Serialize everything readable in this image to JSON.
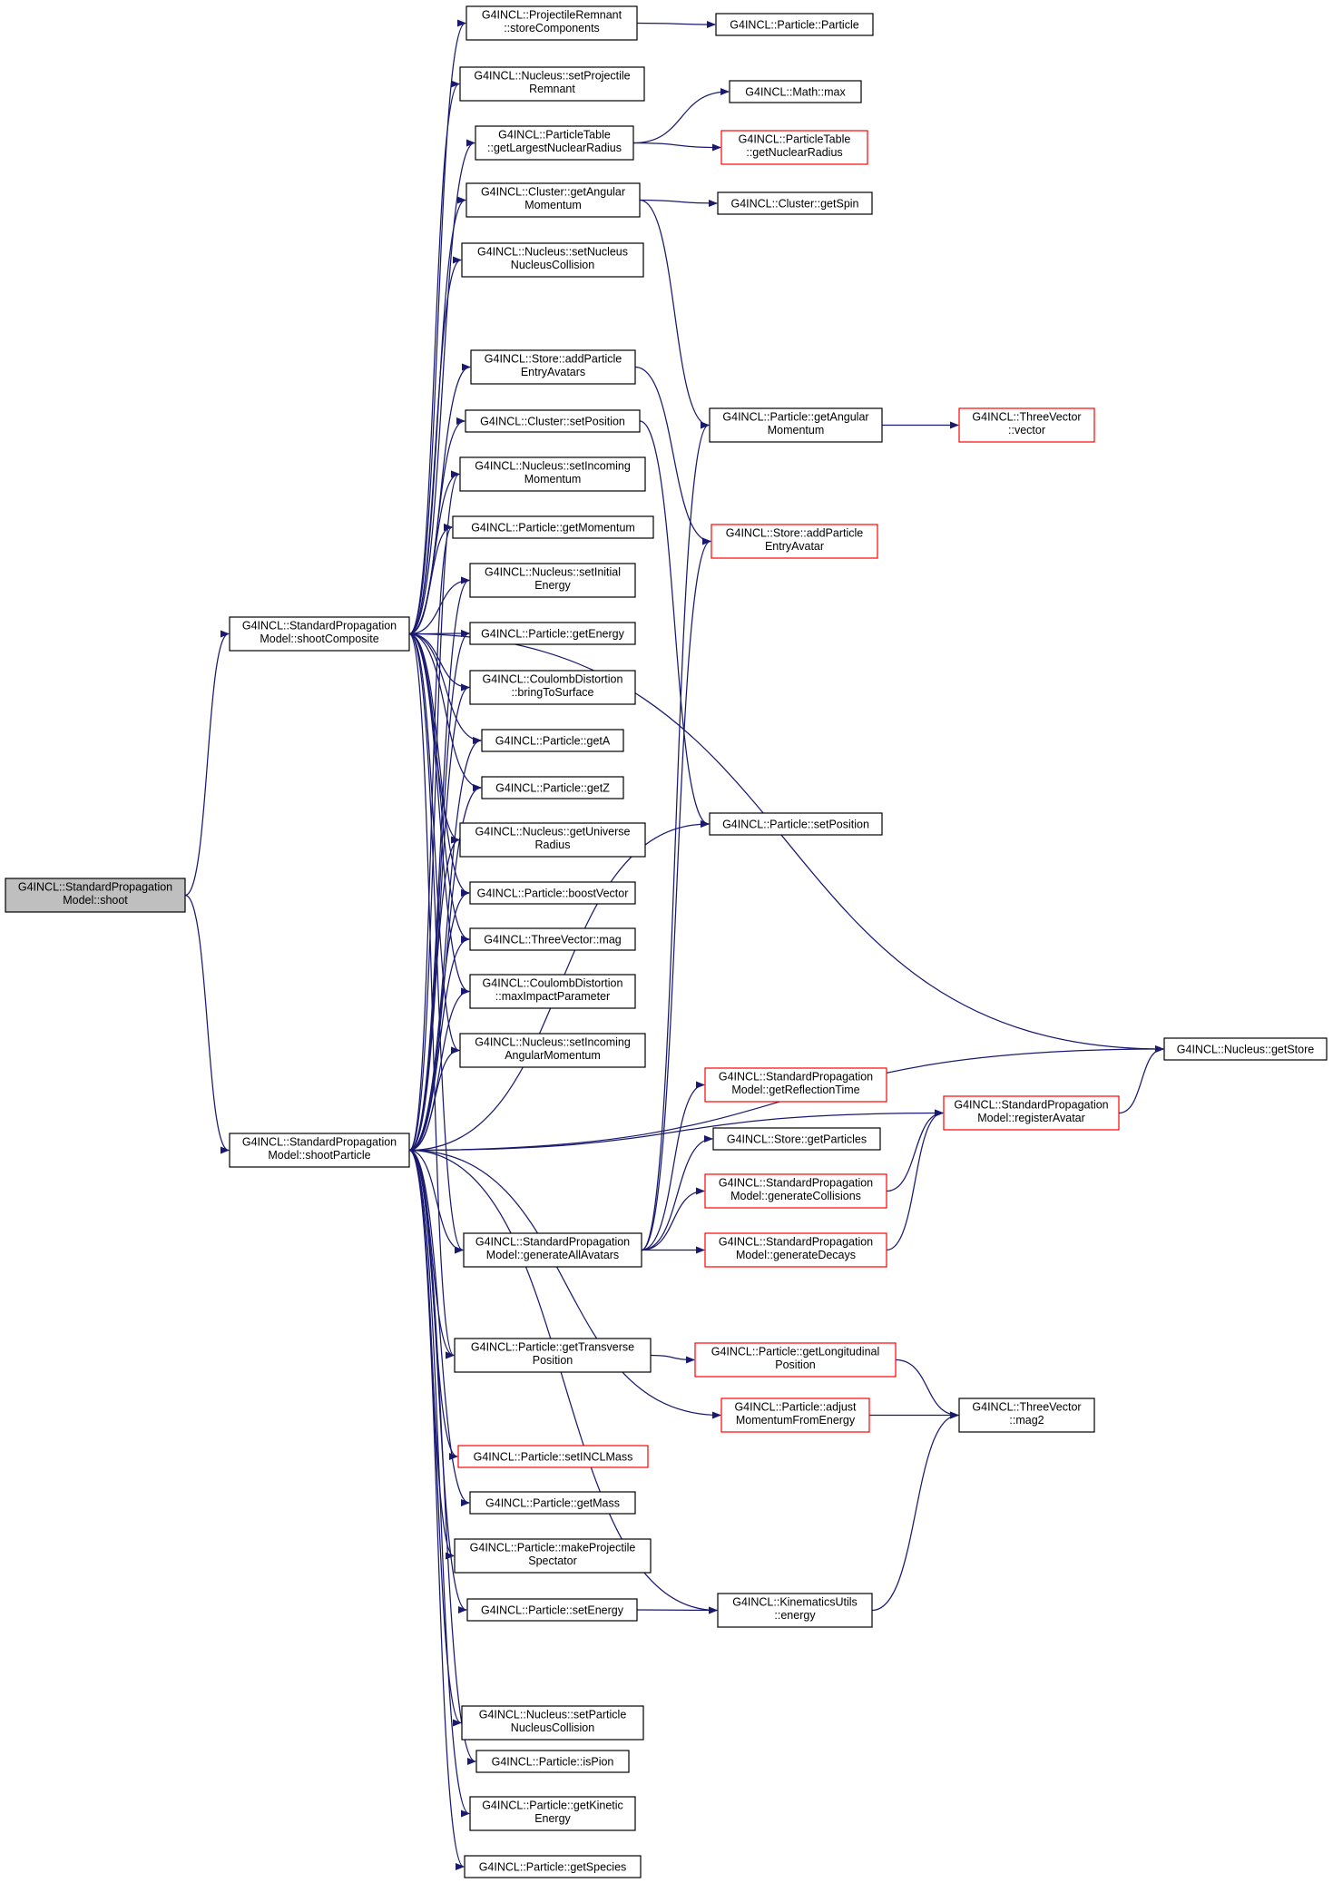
{
  "colors": {
    "edge": "#191970",
    "border_default": "#000000",
    "border_truncated": "#ff0000",
    "fill_default": "#ffffff",
    "fill_root": "#bfbfbf"
  },
  "nodes": [
    {
      "id": "shoot",
      "lines": [
        "G4INCL::StandardPropagation",
        "Model::shoot"
      ],
      "style": "root"
    },
    {
      "id": "shootComposite",
      "lines": [
        "G4INCL::StandardPropagation",
        "Model::shootComposite"
      ],
      "style": "normal"
    },
    {
      "id": "shootParticle",
      "lines": [
        "G4INCL::StandardPropagation",
        "Model::shootParticle"
      ],
      "style": "normal"
    },
    {
      "id": "projRemnantStore",
      "lines": [
        "G4INCL::ProjectileRemnant",
        "::storeComponents"
      ],
      "style": "normal"
    },
    {
      "id": "particleCtor",
      "lines": [
        "G4INCL::Particle::Particle"
      ],
      "style": "normal"
    },
    {
      "id": "setProjRemnant",
      "lines": [
        "G4INCL::Nucleus::setProjectile",
        "Remnant"
      ],
      "style": "normal"
    },
    {
      "id": "largestRadius",
      "lines": [
        "G4INCL::ParticleTable",
        "::getLargestNuclearRadius"
      ],
      "style": "normal"
    },
    {
      "id": "mathMax",
      "lines": [
        "G4INCL::Math::max"
      ],
      "style": "normal"
    },
    {
      "id": "nuclearRadius",
      "lines": [
        "G4INCL::ParticleTable",
        "::getNuclearRadius"
      ],
      "style": "truncated"
    },
    {
      "id": "clusterAngMom",
      "lines": [
        "G4INCL::Cluster::getAngular",
        "Momentum"
      ],
      "style": "normal"
    },
    {
      "id": "clusterSpin",
      "lines": [
        "G4INCL::Cluster::getSpin"
      ],
      "style": "normal"
    },
    {
      "id": "setNNCollision",
      "lines": [
        "G4INCL::Nucleus::setNucleus",
        "NucleusCollision"
      ],
      "style": "normal"
    },
    {
      "id": "addEntryAvatars",
      "lines": [
        "G4INCL::Store::addParticle",
        "EntryAvatars"
      ],
      "style": "normal"
    },
    {
      "id": "clusterSetPos",
      "lines": [
        "G4INCL::Cluster::setPosition"
      ],
      "style": "normal"
    },
    {
      "id": "particleAngMom",
      "lines": [
        "G4INCL::Particle::getAngular",
        "Momentum"
      ],
      "style": "normal"
    },
    {
      "id": "tvVector",
      "lines": [
        "G4INCL::ThreeVector",
        "::vector"
      ],
      "style": "truncated"
    },
    {
      "id": "setIncMom",
      "lines": [
        "G4INCL::Nucleus::setIncoming",
        "Momentum"
      ],
      "style": "normal"
    },
    {
      "id": "getMomentum",
      "lines": [
        "G4INCL::Particle::getMomentum"
      ],
      "style": "normal"
    },
    {
      "id": "addEntryAvatar",
      "lines": [
        "G4INCL::Store::addParticle",
        "EntryAvatar"
      ],
      "style": "truncated"
    },
    {
      "id": "setInitEnergy",
      "lines": [
        "G4INCL::Nucleus::setInitial",
        "Energy"
      ],
      "style": "normal"
    },
    {
      "id": "getEnergy",
      "lines": [
        "G4INCL::Particle::getEnergy"
      ],
      "style": "normal"
    },
    {
      "id": "bringToSurface",
      "lines": [
        "G4INCL::CoulombDistortion",
        "::bringToSurface"
      ],
      "style": "normal"
    },
    {
      "id": "getA",
      "lines": [
        "G4INCL::Particle::getA"
      ],
      "style": "normal"
    },
    {
      "id": "getZ",
      "lines": [
        "G4INCL::Particle::getZ"
      ],
      "style": "normal"
    },
    {
      "id": "particleSetPos",
      "lines": [
        "G4INCL::Particle::setPosition"
      ],
      "style": "normal"
    },
    {
      "id": "univRadius",
      "lines": [
        "G4INCL::Nucleus::getUniverse",
        "Radius"
      ],
      "style": "normal"
    },
    {
      "id": "boostVector",
      "lines": [
        "G4INCL::Particle::boostVector"
      ],
      "style": "normal"
    },
    {
      "id": "tvMag",
      "lines": [
        "G4INCL::ThreeVector::mag"
      ],
      "style": "normal"
    },
    {
      "id": "maxImpact",
      "lines": [
        "G4INCL::CoulombDistortion",
        "::maxImpactParameter"
      ],
      "style": "normal"
    },
    {
      "id": "setIncAngMom",
      "lines": [
        "G4INCL::Nucleus::setIncoming",
        "AngularMomentum"
      ],
      "style": "normal"
    },
    {
      "id": "getStore",
      "lines": [
        "G4INCL::Nucleus::getStore"
      ],
      "style": "normal"
    },
    {
      "id": "reflTime",
      "lines": [
        "G4INCL::StandardPropagation",
        "Model::getReflectionTime"
      ],
      "style": "truncated"
    },
    {
      "id": "registerAvatar",
      "lines": [
        "G4INCL::StandardPropagation",
        "Model::registerAvatar"
      ],
      "style": "truncated"
    },
    {
      "id": "getParticles",
      "lines": [
        "G4INCL::Store::getParticles"
      ],
      "style": "normal"
    },
    {
      "id": "genCollisions",
      "lines": [
        "G4INCL::StandardPropagation",
        "Model::generateCollisions"
      ],
      "style": "truncated"
    },
    {
      "id": "genAll",
      "lines": [
        "G4INCL::StandardPropagation",
        "Model::generateAllAvatars"
      ],
      "style": "normal"
    },
    {
      "id": "genDecays",
      "lines": [
        "G4INCL::StandardPropagation",
        "Model::generateDecays"
      ],
      "style": "truncated"
    },
    {
      "id": "transPos",
      "lines": [
        "G4INCL::Particle::getTransverse",
        "Position"
      ],
      "style": "normal"
    },
    {
      "id": "longPos",
      "lines": [
        "G4INCL::Particle::getLongitudinal",
        "Position"
      ],
      "style": "truncated"
    },
    {
      "id": "adjustMom",
      "lines": [
        "G4INCL::Particle::adjust",
        "MomentumFromEnergy"
      ],
      "style": "truncated"
    },
    {
      "id": "tvMag2",
      "lines": [
        "G4INCL::ThreeVector",
        "::mag2"
      ],
      "style": "normal"
    },
    {
      "id": "setINCLMass",
      "lines": [
        "G4INCL::Particle::setINCLMass"
      ],
      "style": "truncated"
    },
    {
      "id": "getMass",
      "lines": [
        "G4INCL::Particle::getMass"
      ],
      "style": "normal"
    },
    {
      "id": "makeProjSpect",
      "lines": [
        "G4INCL::Particle::makeProjectile",
        "Spectator"
      ],
      "style": "normal"
    },
    {
      "id": "setEnergy",
      "lines": [
        "G4INCL::Particle::setEnergy"
      ],
      "style": "normal"
    },
    {
      "id": "kinEnergy",
      "lines": [
        "G4INCL::KinematicsUtils",
        "::energy"
      ],
      "style": "normal"
    },
    {
      "id": "setPNCollision",
      "lines": [
        "G4INCL::Nucleus::setParticle",
        "NucleusCollision"
      ],
      "style": "normal"
    },
    {
      "id": "isPion",
      "lines": [
        "G4INCL::Particle::isPion"
      ],
      "style": "normal"
    },
    {
      "id": "getKinetic",
      "lines": [
        "G4INCL::Particle::getKinetic",
        "Energy"
      ],
      "style": "normal"
    },
    {
      "id": "getSpecies",
      "lines": [
        "G4INCL::Particle::getSpecies"
      ],
      "style": "normal"
    }
  ],
  "edges": [
    [
      "shoot",
      "shootComposite"
    ],
    [
      "shoot",
      "shootParticle"
    ],
    [
      "shootComposite",
      "projRemnantStore"
    ],
    [
      "shootComposite",
      "setProjRemnant"
    ],
    [
      "shootComposite",
      "largestRadius"
    ],
    [
      "shootComposite",
      "clusterAngMom"
    ],
    [
      "shootComposite",
      "setNNCollision"
    ],
    [
      "shootComposite",
      "getStore"
    ],
    [
      "shootComposite",
      "addEntryAvatars"
    ],
    [
      "shootComposite",
      "clusterSetPos"
    ],
    [
      "shootComposite",
      "setIncMom"
    ],
    [
      "shootComposite",
      "getMomentum"
    ],
    [
      "shootComposite",
      "setInitEnergy"
    ],
    [
      "shootComposite",
      "getEnergy"
    ],
    [
      "shootComposite",
      "bringToSurface"
    ],
    [
      "shootComposite",
      "getA"
    ],
    [
      "shootComposite",
      "getZ"
    ],
    [
      "shootComposite",
      "univRadius"
    ],
    [
      "shootComposite",
      "boostVector"
    ],
    [
      "shootComposite",
      "tvMag"
    ],
    [
      "shootComposite",
      "maxImpact"
    ],
    [
      "shootComposite",
      "setIncAngMom"
    ],
    [
      "shootComposite",
      "genAll"
    ],
    [
      "shootComposite",
      "transPos"
    ],
    [
      "projRemnantStore",
      "particleCtor"
    ],
    [
      "largestRadius",
      "mathMax"
    ],
    [
      "largestRadius",
      "nuclearRadius"
    ],
    [
      "clusterAngMom",
      "clusterSpin"
    ],
    [
      "clusterAngMom",
      "particleAngMom"
    ],
    [
      "particleAngMom",
      "tvVector"
    ],
    [
      "addEntryAvatars",
      "addEntryAvatar"
    ],
    [
      "clusterSetPos",
      "particleSetPos"
    ],
    [
      "shootParticle",
      "setIncMom"
    ],
    [
      "shootParticle",
      "getMomentum"
    ],
    [
      "shootParticle",
      "setInitEnergy"
    ],
    [
      "shootParticle",
      "getEnergy"
    ],
    [
      "shootParticle",
      "bringToSurface"
    ],
    [
      "shootParticle",
      "getA"
    ],
    [
      "shootParticle",
      "getZ"
    ],
    [
      "shootParticle",
      "univRadius"
    ],
    [
      "shootParticle",
      "boostVector"
    ],
    [
      "shootParticle",
      "tvMag"
    ],
    [
      "shootParticle",
      "maxImpact"
    ],
    [
      "shootParticle",
      "setIncAngMom"
    ],
    [
      "shootParticle",
      "getStore"
    ],
    [
      "shootParticle",
      "registerAvatar"
    ],
    [
      "shootParticle",
      "genAll"
    ],
    [
      "shootParticle",
      "transPos"
    ],
    [
      "shootParticle",
      "adjustMom"
    ],
    [
      "shootParticle",
      "setINCLMass"
    ],
    [
      "shootParticle",
      "getMass"
    ],
    [
      "shootParticle",
      "makeProjSpect"
    ],
    [
      "shootParticle",
      "setEnergy"
    ],
    [
      "shootParticle",
      "kinEnergy"
    ],
    [
      "shootParticle",
      "setPNCollision"
    ],
    [
      "shootParticle",
      "isPion"
    ],
    [
      "shootParticle",
      "getKinetic"
    ],
    [
      "shootParticle",
      "getSpecies"
    ],
    [
      "shootParticle",
      "particleSetPos"
    ],
    [
      "genAll",
      "particleAngMom"
    ],
    [
      "genAll",
      "addEntryAvatar"
    ],
    [
      "genAll",
      "reflTime"
    ],
    [
      "genAll",
      "getParticles"
    ],
    [
      "genAll",
      "genCollisions"
    ],
    [
      "genAll",
      "genDecays"
    ],
    [
      "genCollisions",
      "registerAvatar"
    ],
    [
      "genDecays",
      "registerAvatar"
    ],
    [
      "registerAvatar",
      "getStore"
    ],
    [
      "transPos",
      "longPos"
    ],
    [
      "longPos",
      "tvMag2"
    ],
    [
      "adjustMom",
      "tvMag2"
    ],
    [
      "setEnergy",
      "kinEnergy"
    ],
    [
      "kinEnergy",
      "tvMag2"
    ]
  ]
}
